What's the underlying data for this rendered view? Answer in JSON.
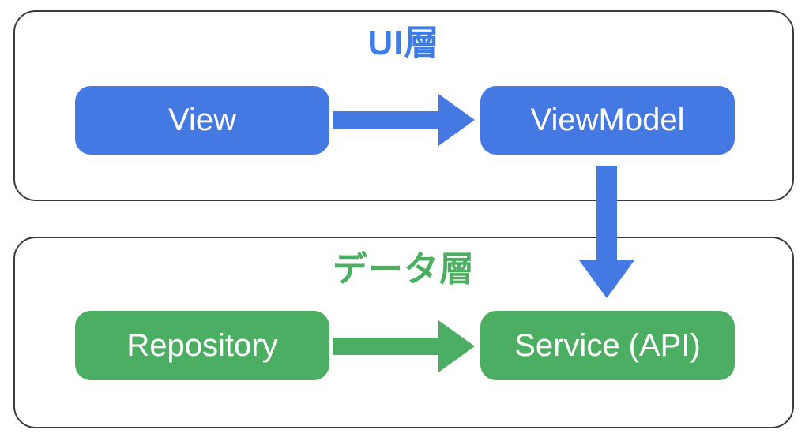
{
  "diagram": {
    "background": "#ffffff",
    "border_color": "#3c3c3c",
    "layers": [
      {
        "title": "UI層",
        "title_color": "#3d7ce9",
        "node_color": "#4479e3",
        "nodes": [
          "View",
          "ViewModel"
        ]
      },
      {
        "title": "データ層",
        "title_color": "#4bae61",
        "node_color": "#4cae62",
        "nodes": [
          "Repository",
          "Service (API)"
        ]
      }
    ],
    "arrows": [
      {
        "from": "View",
        "to": "ViewModel",
        "direction": "right",
        "color": "#4479e3"
      },
      {
        "from": "Repository",
        "to": "Service (API)",
        "direction": "right",
        "color": "#4cae62"
      },
      {
        "from": "ViewModel",
        "to": "Service (API)",
        "direction": "down",
        "color": "#4479e3"
      }
    ]
  }
}
